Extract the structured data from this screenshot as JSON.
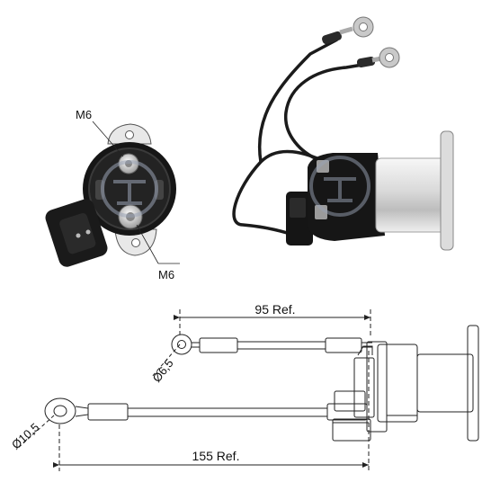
{
  "front_view": {
    "thread_label_top": "M6",
    "thread_label_bottom": "M6"
  },
  "drawing": {
    "dim_short": "95 Ref.",
    "dim_long": "155 Ref.",
    "eyelet_small_diameter": "Ø6,5",
    "eyelet_large_diameter": "Ø10,5"
  },
  "colors": {
    "body_dark": "#161616",
    "metal_light": "#e6e6e6",
    "line": "#222222",
    "watermark": "#9aa3b5"
  }
}
